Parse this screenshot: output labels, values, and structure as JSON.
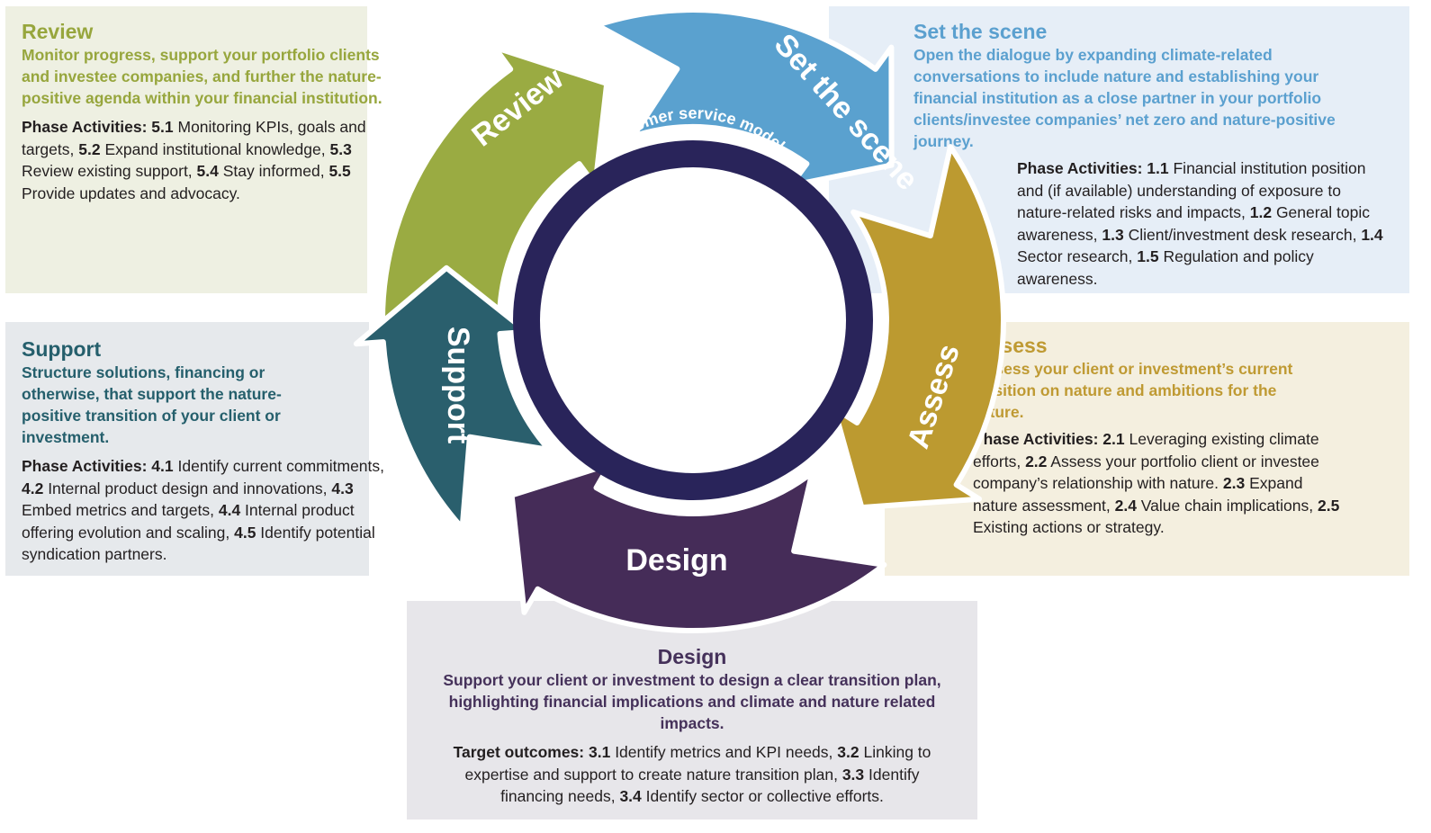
{
  "colors": {
    "review": "#9aab42",
    "set_the_scene": "#5aa1cf",
    "assess": "#bc9a30",
    "design": "#452c58",
    "support": "#2a5f6d",
    "center_ring": "#29245a"
  },
  "cycle": {
    "center_label": "Customer service model",
    "arrows": {
      "review": "Review",
      "set_the_scene": "Set the scene",
      "assess": "Assess",
      "design": "Design",
      "support": "Support"
    }
  },
  "panels": {
    "review": {
      "title": "Review",
      "subtitle": "Monitor progress, support your portfolio clients and investee companies, and further the nature-positive agenda within your financial institution.",
      "body_label": "Phase Activities:",
      "items": [
        {
          "num": "5.1",
          "text": "Monitoring KPIs, goals and targets,"
        },
        {
          "num": "5.2",
          "text": "Expand institutional knowledge,"
        },
        {
          "num": "5.3",
          "text": "Review existing support,"
        },
        {
          "num": "5.4",
          "text": "Stay informed,"
        },
        {
          "num": "5.5",
          "text": "Provide updates and advocacy."
        }
      ]
    },
    "set_the_scene": {
      "title": "Set the scene",
      "subtitle": "Open the dialogue by expanding climate-related conversations to include nature and establishing your financial institution as a close partner in your portfolio clients/investee companies’ net zero and nature-positive journey.",
      "body_label": "Phase Activities:",
      "items": [
        {
          "num": "1.1",
          "text": "Financial institution position and (if available) understanding of exposure to nature-related risks and impacts,"
        },
        {
          "num": "1.2",
          "text": "General topic awareness,"
        },
        {
          "num": "1.3",
          "text": "Client/investment desk research,"
        },
        {
          "num": "1.4",
          "text": "Sector research,"
        },
        {
          "num": "1.5",
          "text": "Regulation and policy awareness."
        }
      ]
    },
    "assess": {
      "title": "Assess",
      "subtitle": "Assess your client or investment’s current position on nature and ambitions for the future.",
      "body_label": "Phase Activities:",
      "items": [
        {
          "num": "2.1",
          "text": "Leveraging existing climate efforts,"
        },
        {
          "num": "2.2",
          "text": "Assess your portfolio client or investee company’s relationship with nature."
        },
        {
          "num": "2.3",
          "text": "Expand nature assessment,"
        },
        {
          "num": "2.4",
          "text": "Value chain implications,"
        },
        {
          "num": "2.5",
          "text": "Existing actions or strategy."
        }
      ]
    },
    "support": {
      "title": "Support",
      "subtitle": "Structure solutions, financing or otherwise, that support the nature-positive transition of your client or investment.",
      "body_label": "Phase Activities:",
      "items": [
        {
          "num": "4.1",
          "text": "Identify current commitments,"
        },
        {
          "num": "4.2",
          "text": "Internal product design and innovations,"
        },
        {
          "num": "4.3",
          "text": "Embed metrics and targets,"
        },
        {
          "num": "4.4",
          "text": "Internal product offering evolution and scaling,"
        },
        {
          "num": "4.5",
          "text": "Identify potential syndication partners."
        }
      ]
    },
    "design": {
      "title": "Design",
      "subtitle": "Support your client or investment to design a clear transition plan, highlighting financial implications and climate and nature related impacts.",
      "body_label": "Target outcomes:",
      "items": [
        {
          "num": "3.1",
          "text": "Identify metrics and KPI needs,"
        },
        {
          "num": "3.2",
          "text": "Linking to expertise and support to create nature transition plan,"
        },
        {
          "num": "3.3",
          "text": "Identify financing needs,"
        },
        {
          "num": "3.4",
          "text": "Identify sector or collective efforts."
        }
      ]
    }
  }
}
